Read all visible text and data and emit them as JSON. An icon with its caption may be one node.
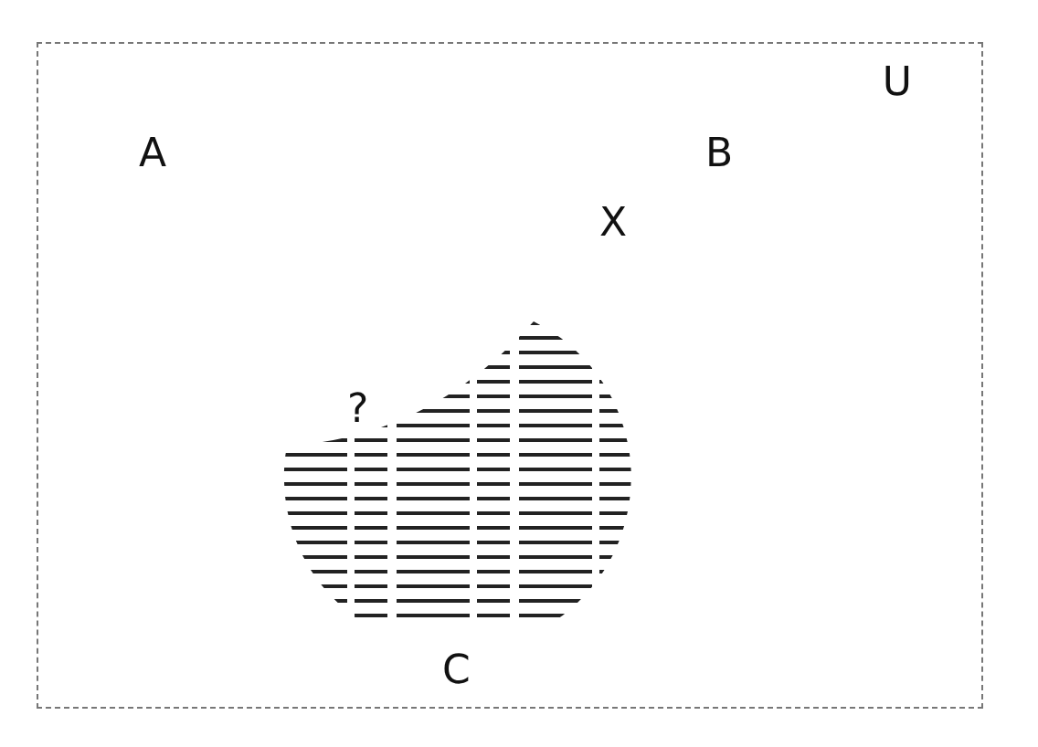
{
  "diagram": {
    "nodes": [
      {
        "text": [
          "U"
        ]
      }
    ],
    "labels": [
      "A",
      "B",
      "X",
      "?",
      "C"
    ]
  }
}
